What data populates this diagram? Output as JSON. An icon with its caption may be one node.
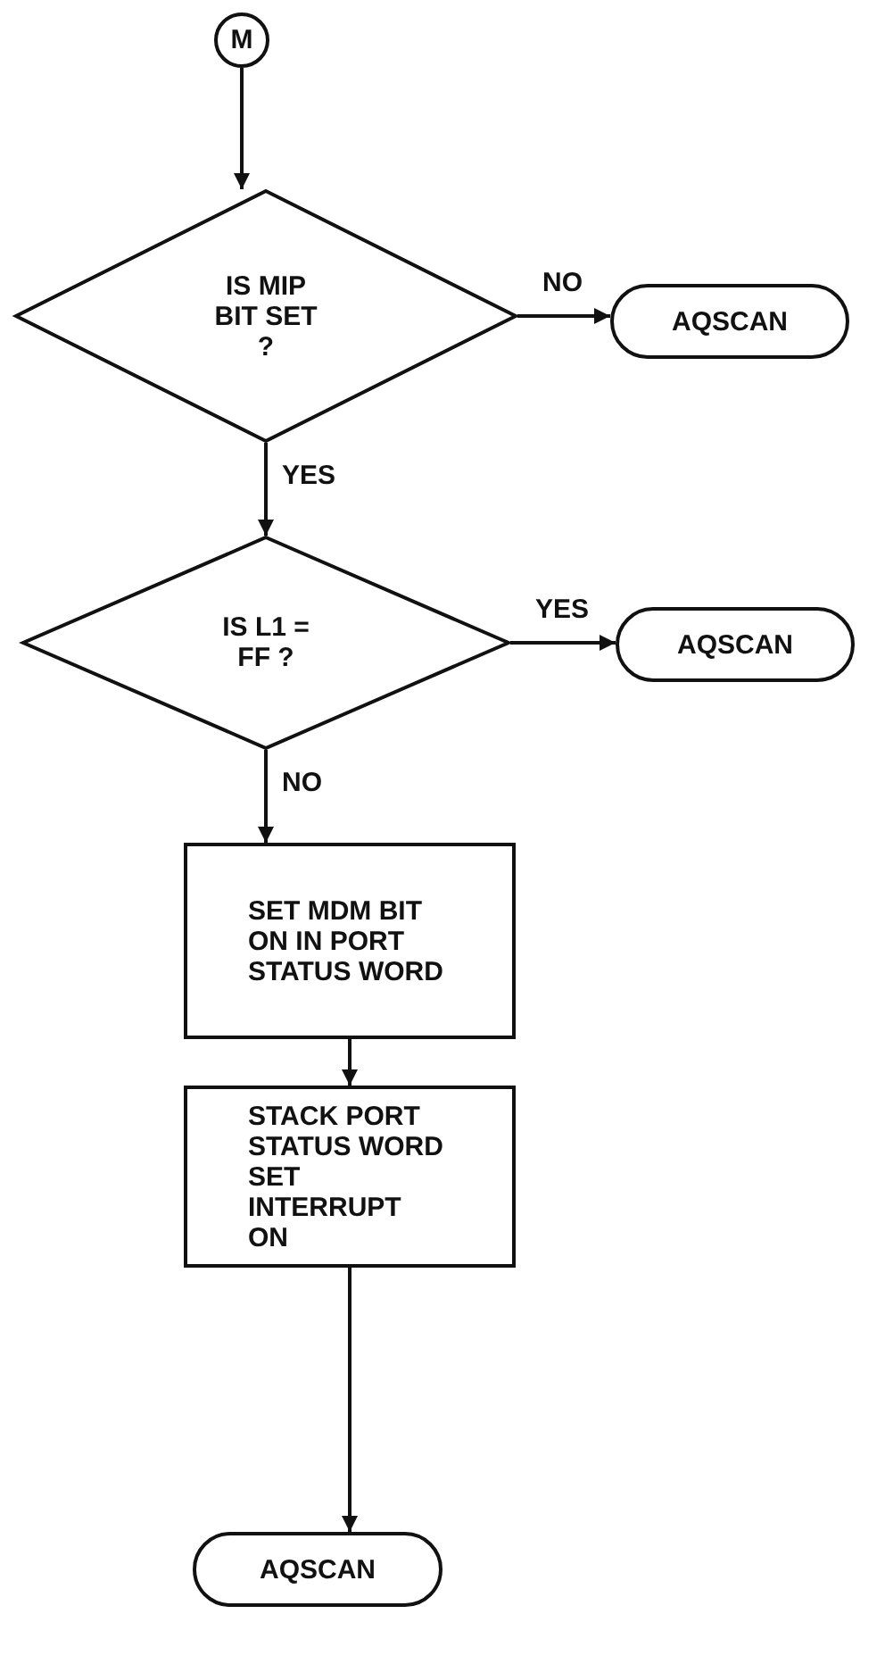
{
  "diagram": {
    "nodes": [
      {
        "text": [
          "M"
        ]
      },
      {
        "text": [
          "IS MIP BIT SET ?"
        ]
      },
      {
        "text": [
          "AQSCAN"
        ]
      },
      {
        "text": [
          "IS L1 = FF ?"
        ]
      },
      {
        "text": [
          "AQSCAN"
        ]
      },
      {
        "text": [
          "SET MDM BIT ON IN PORT STATUS WORD"
        ]
      },
      {
        "text": [
          "STACK PORT STATUS WORD SET INTERRUPT ON"
        ]
      },
      {
        "text": [
          "AQSCAN"
        ]
      }
    ],
    "edges": [
      {
        "from": 0,
        "to": 1,
        "arrow": "to"
      },
      {
        "from": 1,
        "to": 2,
        "arrow": "to",
        "label": "NO"
      },
      {
        "from": 1,
        "to": 3,
        "arrow": "to",
        "label": "YES"
      },
      {
        "from": 3,
        "to": 4,
        "arrow": "to",
        "label": "YES"
      },
      {
        "from": 3,
        "to": 5,
        "arrow": "to",
        "label": "NO"
      },
      {
        "from": 5,
        "to": 6,
        "arrow": "to"
      },
      {
        "from": 6,
        "to": 7,
        "arrow": "to"
      }
    ]
  }
}
